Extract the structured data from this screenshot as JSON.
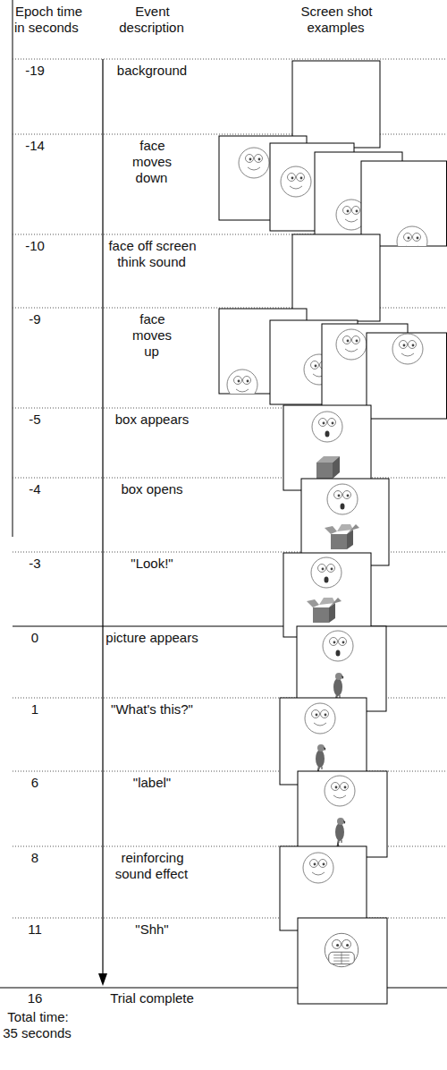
{
  "diagram": {
    "labels": [
      "Epoch time in seconds",
      "Event description",
      "Screen shot examples",
      "-19",
      "background",
      "-14",
      "face moves down",
      "-10",
      "face off screen think sound",
      "-9",
      "face moves up",
      "-5",
      "box appears",
      "-4",
      "box opens",
      "-3",
      "\"Look!\"",
      "0",
      "picture appears",
      "1",
      "\"What's this?\"",
      "6",
      "\"label\"",
      "8",
      "reinforcing sound effect",
      "11",
      "\"Shh\"",
      "16",
      "Trial complete",
      "Total time: 35 seconds"
    ]
  }
}
